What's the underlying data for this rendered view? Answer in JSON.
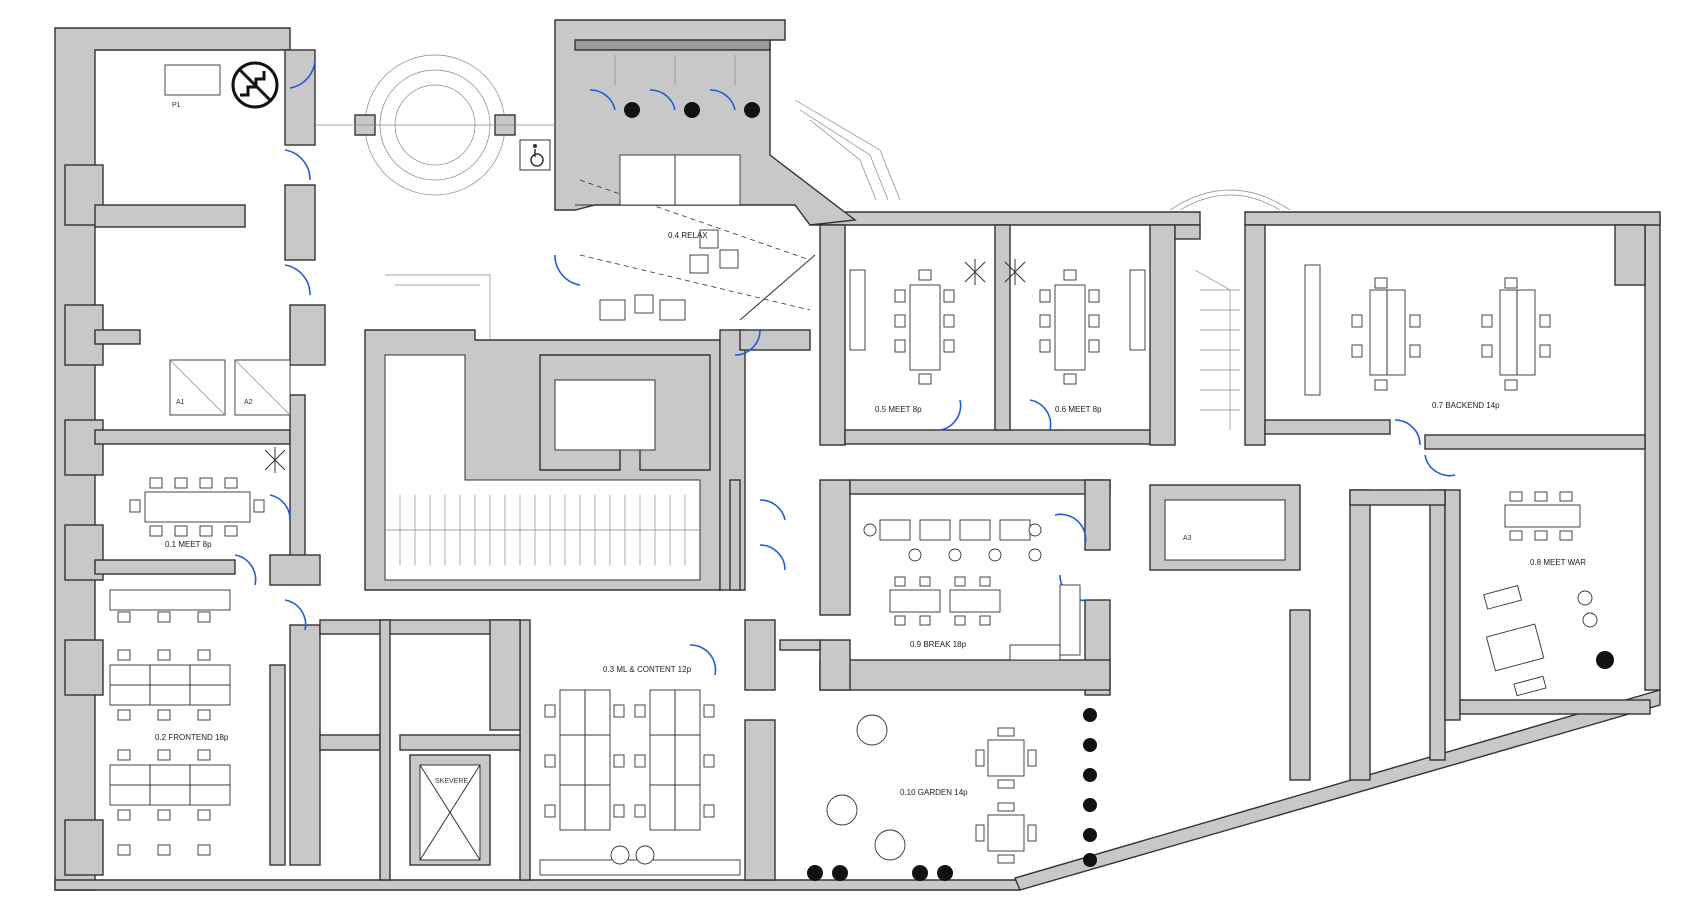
{
  "rooms": [
    {
      "id": "meet1",
      "label": "0.1 MEET 8p"
    },
    {
      "id": "frontend",
      "label": "0.2 FRONTEND 18p"
    },
    {
      "id": "mlcontent",
      "label": "0.3 ML & CONTENT 12p"
    },
    {
      "id": "relax",
      "label": "0.4 RELAX"
    },
    {
      "id": "meet5",
      "label": "0.5 MEET 8p"
    },
    {
      "id": "meet6",
      "label": "0.6 MEET 8p"
    },
    {
      "id": "backend",
      "label": "0.7 BACKEND 14p"
    },
    {
      "id": "meetwar",
      "label": "0.8 MEET WAR"
    },
    {
      "id": "break",
      "label": "0.9 BREAK 18p"
    },
    {
      "id": "garden",
      "label": "0.10 GARDEN 14p"
    }
  ],
  "tags": {
    "p1": "P1",
    "a1": "A1",
    "a2": "A2",
    "a3": "A3",
    "skevere": "SKEVERE"
  },
  "icons": {
    "no_stairs": "no-stairs-icon",
    "accessible": "wheelchair-icon",
    "fan": "fan-icon",
    "plant": "plant-icon"
  },
  "colors": {
    "wall": "#c8c8c8",
    "wall_dark": "#9a9a9a",
    "door": "#1f5fd6",
    "line": "#333333"
  }
}
